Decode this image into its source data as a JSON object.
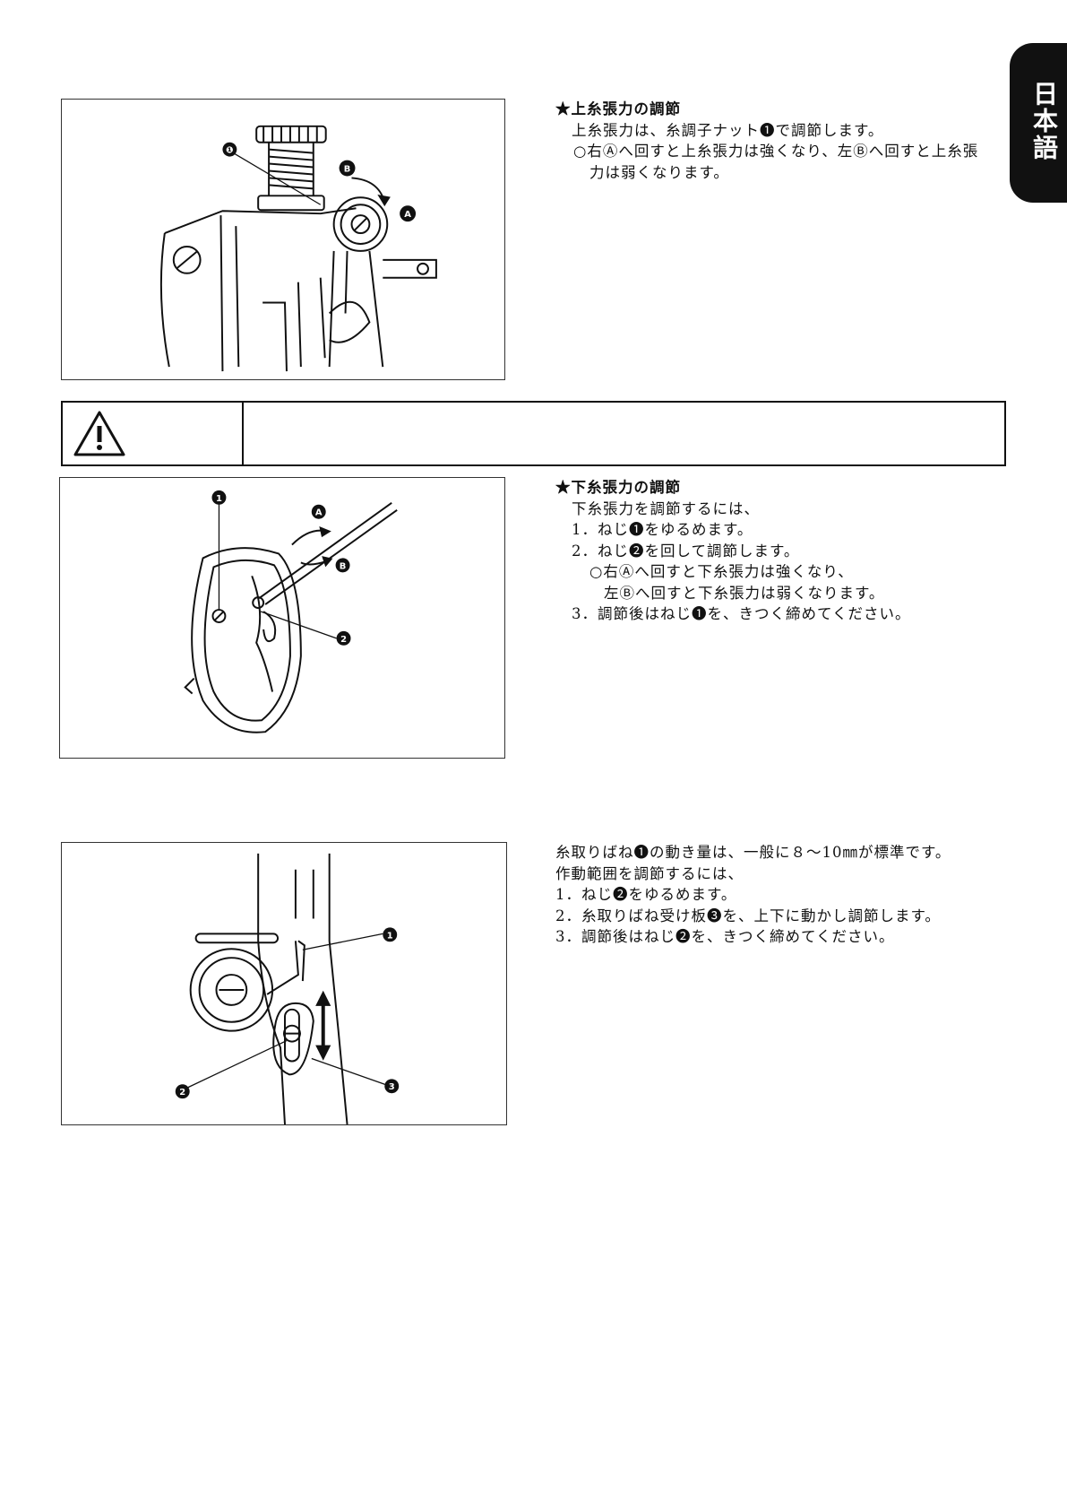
{
  "side_tab": {
    "label": "日本語"
  },
  "upper_tension": {
    "heading": "★上糸張力の調節",
    "lines": [
      "上糸張力は、糸調子ナット❶で調節します。",
      "○右Ⓐへ回すと上糸張力は強くなり、左Ⓑへ回すと上糸張",
      "力は弱くなります。"
    ],
    "figure_labels": [
      "❶",
      "B",
      "A"
    ]
  },
  "warning": {
    "icon": "warning-triangle-icon",
    "text": ""
  },
  "lower_tension": {
    "heading": "★下糸張力の調節",
    "lines": [
      "下糸張力を調節するには、",
      "1．ねじ❶をゆるめます。",
      "2．ねじ❷を回して調節します。",
      "○右Ⓐへ回すと下糸張力は強くなり、",
      "左Ⓑへ回すと下糸張力は弱くなります。",
      "3．調節後はねじ❶を、きつく締めてください。"
    ],
    "figure_labels": [
      "1",
      "A",
      "B",
      "2"
    ]
  },
  "spring": {
    "lines": [
      "糸取りばね❶の動き量は、一般に８～10㎜が標準です。",
      "作動範囲を調節するには、",
      "1．ねじ❷をゆるめます。",
      "2．糸取りばね受け板❸を、上下に動かし調節します。",
      "3．調節後はねじ❷を、きつく締めてください。"
    ],
    "figure_labels": [
      "1",
      "2",
      "3"
    ]
  }
}
